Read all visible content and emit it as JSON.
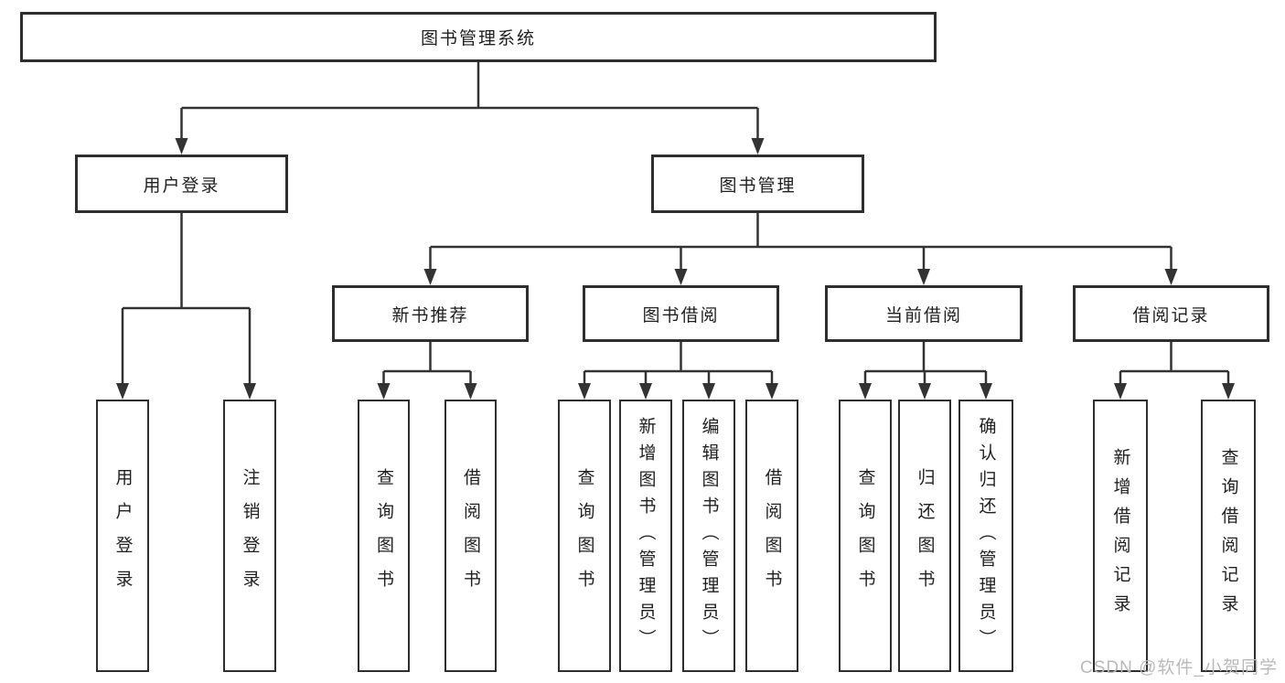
{
  "diagram": {
    "title": "图书管理系统",
    "watermark": "CSDN @软件_小贺同学",
    "colors": {
      "line": "#333333",
      "box_border": "#2e2e2e",
      "text": "#1f1f1f",
      "watermark": "#b9b9b9",
      "background": "#ffffff"
    },
    "tree": {
      "root": "图书管理系统",
      "branches": [
        {
          "label": "用户登录",
          "leaves": [
            "用户登录",
            "注销登录"
          ]
        },
        {
          "label": "图书管理",
          "groups": [
            {
              "label": "新书推荐",
              "leaves": [
                "查询图书",
                "借阅图书"
              ]
            },
            {
              "label": "图书借阅",
              "leaves": [
                "查询图书",
                "新增图书（管理员）",
                "编辑图书（管理员）",
                "借阅图书"
              ]
            },
            {
              "label": "当前借阅",
              "leaves": [
                "查询图书",
                "归还图书",
                "确认归还（管理员）"
              ]
            },
            {
              "label": "借阅记录",
              "leaves": [
                "新增借阅记录",
                "查询借阅记录"
              ]
            }
          ]
        }
      ]
    }
  }
}
